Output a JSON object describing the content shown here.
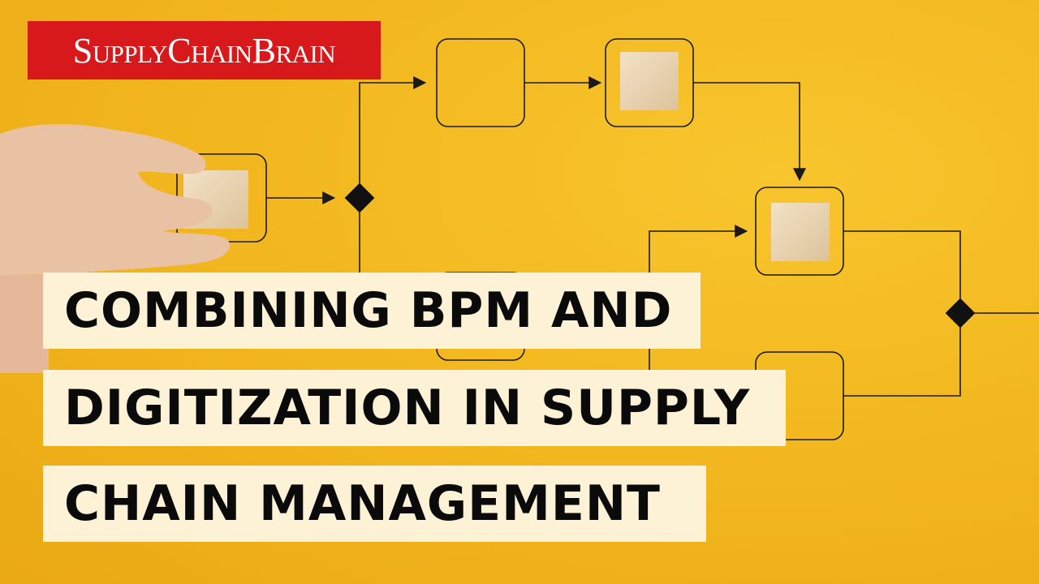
{
  "logo": {
    "text": "SupplyChainBrain"
  },
  "title": {
    "line1": "COMBINING BPM AND",
    "line2": "DIGITIZATION IN SUPPLY",
    "line3": "CHAIN MANAGEMENT"
  },
  "colors": {
    "background": "#f2b51c",
    "logo_bg": "#d7191c",
    "title_bg": "#fdf2d6",
    "title_text": "#0a0a0a"
  }
}
